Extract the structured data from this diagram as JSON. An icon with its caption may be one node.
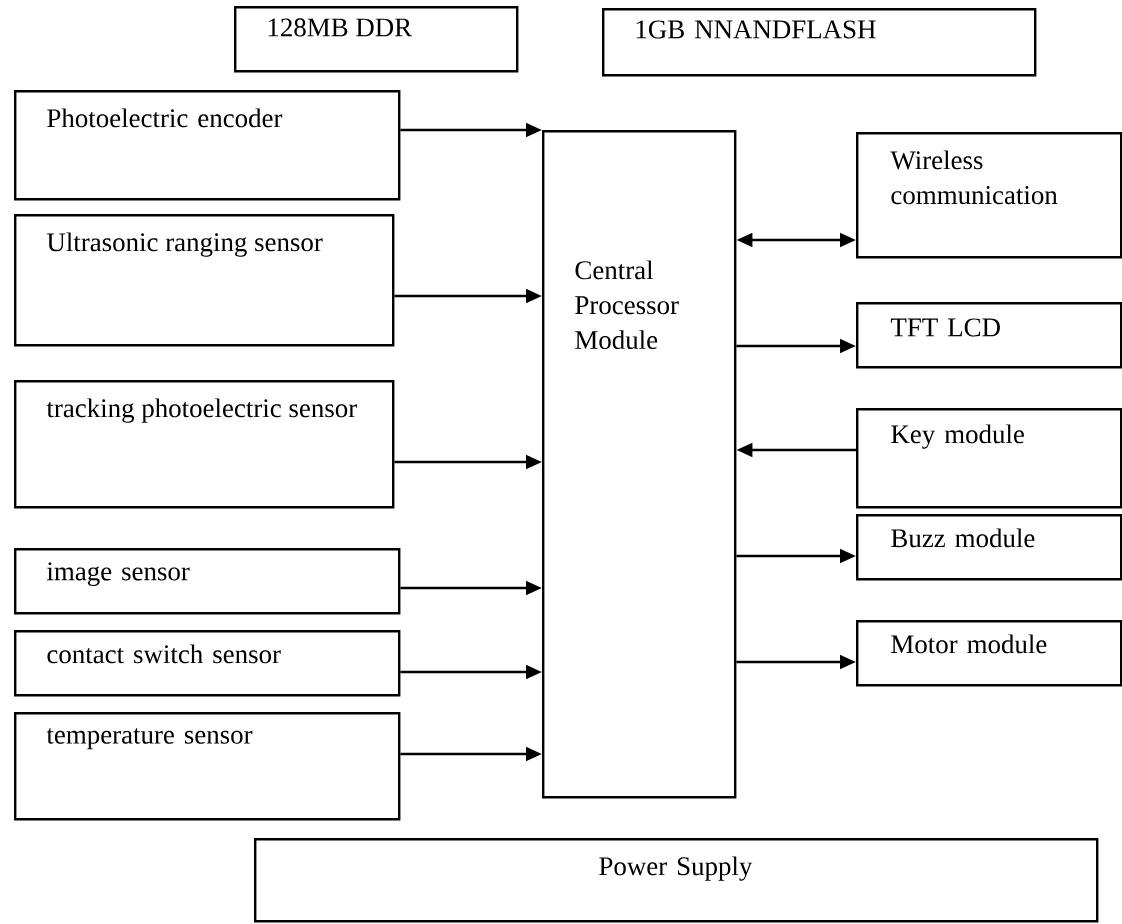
{
  "diagram": {
    "nodes": [
      {
        "text": [
          "128MB DDR"
        ]
      },
      {
        "text": [
          "1GB NNANDFLASH"
        ]
      },
      {
        "text": [
          "Photoelectric encoder"
        ]
      },
      {
        "text": [
          "Ultrasonic ranging sensor"
        ]
      },
      {
        "text": [
          "tracking photoelectric sensor"
        ]
      },
      {
        "text": [
          "image sensor"
        ]
      },
      {
        "text": [
          "contact switch sensor"
        ]
      },
      {
        "text": [
          "temperature sensor"
        ]
      },
      {
        "text": [
          "Central Processor Module"
        ]
      },
      {
        "text": [
          "Wireless communication"
        ]
      },
      {
        "text": [
          "TFT LCD"
        ]
      },
      {
        "text": [
          "Key module"
        ]
      },
      {
        "text": [
          "Buzz module"
        ]
      },
      {
        "text": [
          "Motor module"
        ]
      },
      {
        "text": [
          "Power Supply"
        ]
      }
    ],
    "edges": [
      {
        "from": 2,
        "to": 8,
        "arrow": "to"
      },
      {
        "from": 3,
        "to": 8,
        "arrow": "to"
      },
      {
        "from": 4,
        "to": 8,
        "arrow": "to"
      },
      {
        "from": 5,
        "to": 8,
        "arrow": "to"
      },
      {
        "from": 6,
        "to": 8,
        "arrow": "to"
      },
      {
        "from": 7,
        "to": 8,
        "arrow": "to"
      },
      {
        "from": 8,
        "to": 9,
        "arrow": "both"
      },
      {
        "from": 8,
        "to": 10,
        "arrow": "to"
      },
      {
        "from": 11,
        "to": 8,
        "arrow": "to"
      },
      {
        "from": 8,
        "to": 12,
        "arrow": "to"
      },
      {
        "from": 8,
        "to": 13,
        "arrow": "to"
      }
    ]
  }
}
